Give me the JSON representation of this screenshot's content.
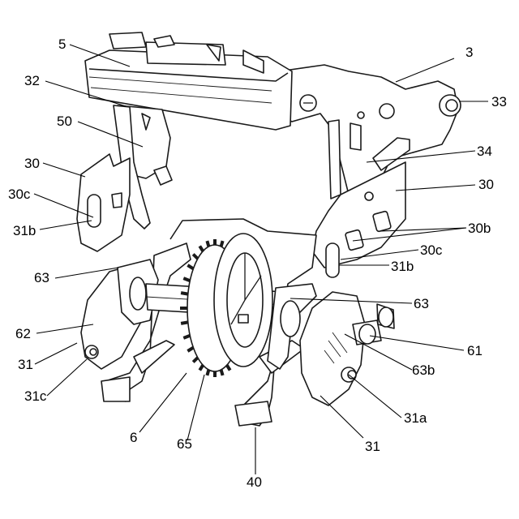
{
  "labels": {
    "l5": "5",
    "l3": "3",
    "l32": "32",
    "l33": "33",
    "l50": "50",
    "l34": "34",
    "l30_left": "30",
    "l30_right": "30",
    "l30c_left": "30c",
    "l30c_right": "30c",
    "l30b": "30b",
    "l31b_left": "31b",
    "l31b_right": "31b",
    "l63_left": "63",
    "l63_right": "63",
    "l62": "62",
    "l61": "61",
    "l63b": "63b",
    "l31_left": "31",
    "l31_right": "31",
    "l31c": "31c",
    "l31a": "31a",
    "l6": "6",
    "l65": "65",
    "l40": "40"
  }
}
